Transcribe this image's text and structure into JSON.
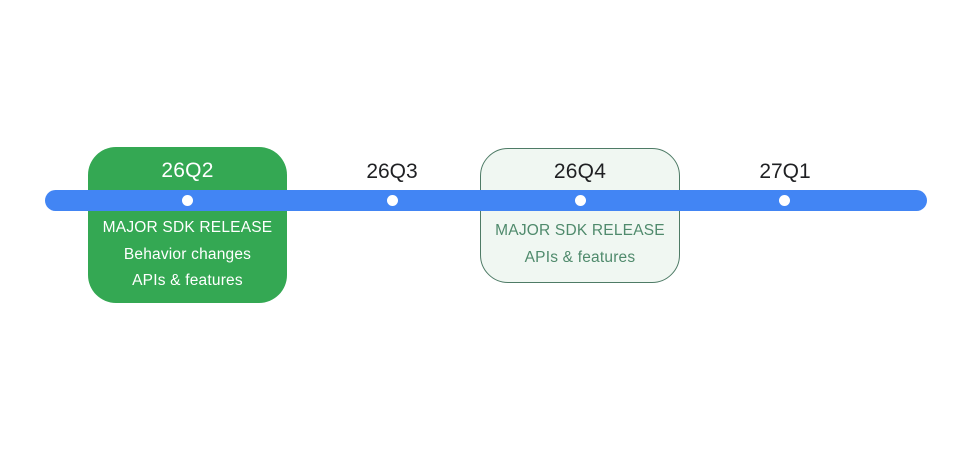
{
  "diagram": {
    "type": "timeline",
    "milestones": [
      {
        "label": "26Q2",
        "card": "filled",
        "details": [
          "MAJOR SDK RELEASE",
          "Behavior changes",
          "APIs & features"
        ]
      },
      {
        "label": "26Q3",
        "card": "none",
        "details": []
      },
      {
        "label": "26Q4",
        "card": "outlined",
        "details": [
          "MAJOR SDK RELEASE",
          "APIs & features"
        ]
      },
      {
        "label": "27Q1",
        "card": "none",
        "details": []
      }
    ]
  },
  "colors": {
    "timeline-blue": "#4285F4",
    "card-green": "#34A853",
    "card-light-bg": "#F0F7F2",
    "card-light-border": "#4E7B66",
    "card-light-text": "#4F8A6C",
    "label-dark": "#1F2023"
  }
}
